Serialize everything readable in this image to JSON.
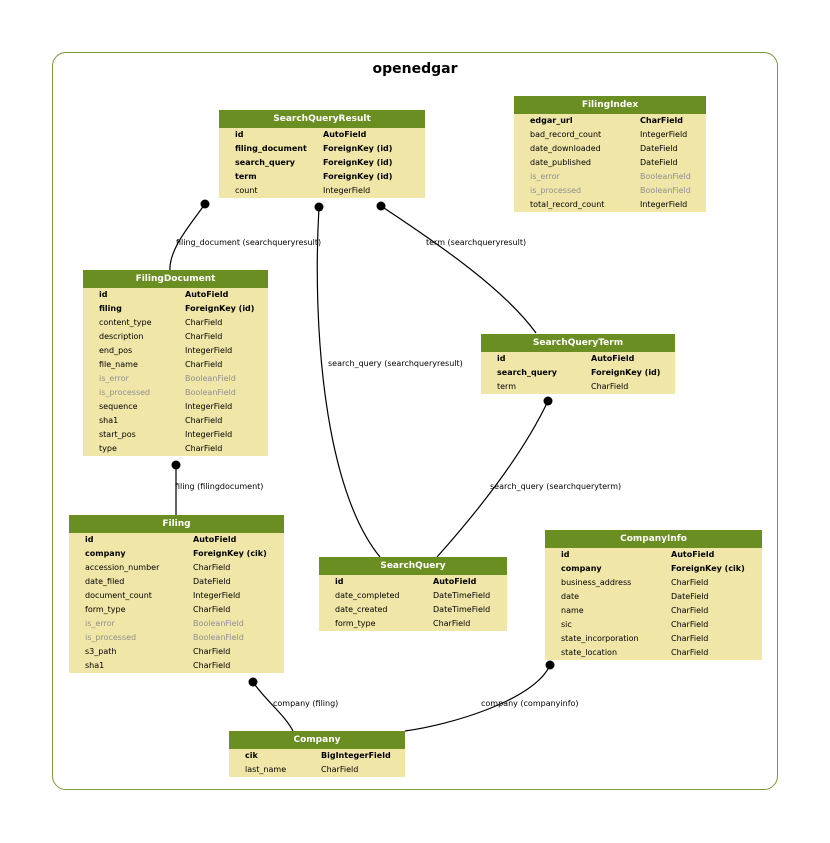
{
  "diagram": {
    "title": "openedgar",
    "models": [
      {
        "id": "searchqueryresult",
        "name": "SearchQueryResult",
        "fields": [
          {
            "name": "id",
            "type": "AutoField",
            "style": "key"
          },
          {
            "name": "filing_document",
            "type": "ForeignKey (id)",
            "style": "key"
          },
          {
            "name": "search_query",
            "type": "ForeignKey (id)",
            "style": "key"
          },
          {
            "name": "term",
            "type": "ForeignKey (id)",
            "style": "key"
          },
          {
            "name": "count",
            "type": "IntegerField",
            "style": "normal"
          }
        ]
      },
      {
        "id": "filingindex",
        "name": "FilingIndex",
        "fields": [
          {
            "name": "edgar_url",
            "type": "CharField",
            "style": "key"
          },
          {
            "name": "bad_record_count",
            "type": "IntegerField",
            "style": "normal"
          },
          {
            "name": "date_downloaded",
            "type": "DateField",
            "style": "normal"
          },
          {
            "name": "date_published",
            "type": "DateField",
            "style": "normal"
          },
          {
            "name": "is_error",
            "type": "BooleanField",
            "style": "muted"
          },
          {
            "name": "is_processed",
            "type": "BooleanField",
            "style": "muted"
          },
          {
            "name": "total_record_count",
            "type": "IntegerField",
            "style": "normal"
          }
        ]
      },
      {
        "id": "filingdocument",
        "name": "FilingDocument",
        "fields": [
          {
            "name": "id",
            "type": "AutoField",
            "style": "key"
          },
          {
            "name": "filing",
            "type": "ForeignKey (id)",
            "style": "key"
          },
          {
            "name": "content_type",
            "type": "CharField",
            "style": "normal"
          },
          {
            "name": "description",
            "type": "CharField",
            "style": "normal"
          },
          {
            "name": "end_pos",
            "type": "IntegerField",
            "style": "normal"
          },
          {
            "name": "file_name",
            "type": "CharField",
            "style": "normal"
          },
          {
            "name": "is_error",
            "type": "BooleanField",
            "style": "muted"
          },
          {
            "name": "is_processed",
            "type": "BooleanField",
            "style": "muted"
          },
          {
            "name": "sequence",
            "type": "IntegerField",
            "style": "normal"
          },
          {
            "name": "sha1",
            "type": "CharField",
            "style": "normal"
          },
          {
            "name": "start_pos",
            "type": "IntegerField",
            "style": "normal"
          },
          {
            "name": "type",
            "type": "CharField",
            "style": "normal"
          }
        ]
      },
      {
        "id": "searchqueryterm",
        "name": "SearchQueryTerm",
        "fields": [
          {
            "name": "id",
            "type": "AutoField",
            "style": "key"
          },
          {
            "name": "search_query",
            "type": "ForeignKey (id)",
            "style": "key"
          },
          {
            "name": "term",
            "type": "CharField",
            "style": "normal"
          }
        ]
      },
      {
        "id": "filing",
        "name": "Filing",
        "fields": [
          {
            "name": "id",
            "type": "AutoField",
            "style": "key"
          },
          {
            "name": "company",
            "type": "ForeignKey (cik)",
            "style": "key"
          },
          {
            "name": "accession_number",
            "type": "CharField",
            "style": "normal"
          },
          {
            "name": "date_filed",
            "type": "DateField",
            "style": "normal"
          },
          {
            "name": "document_count",
            "type": "IntegerField",
            "style": "normal"
          },
          {
            "name": "form_type",
            "type": "CharField",
            "style": "normal"
          },
          {
            "name": "is_error",
            "type": "BooleanField",
            "style": "muted"
          },
          {
            "name": "is_processed",
            "type": "BooleanField",
            "style": "muted"
          },
          {
            "name": "s3_path",
            "type": "CharField",
            "style": "normal"
          },
          {
            "name": "sha1",
            "type": "CharField",
            "style": "normal"
          }
        ]
      },
      {
        "id": "searchquery",
        "name": "SearchQuery",
        "fields": [
          {
            "name": "id",
            "type": "AutoField",
            "style": "key"
          },
          {
            "name": "date_completed",
            "type": "DateTimeField",
            "style": "normal"
          },
          {
            "name": "date_created",
            "type": "DateTimeField",
            "style": "normal"
          },
          {
            "name": "form_type",
            "type": "CharField",
            "style": "normal"
          }
        ]
      },
      {
        "id": "companyinfo",
        "name": "CompanyInfo",
        "fields": [
          {
            "name": "id",
            "type": "AutoField",
            "style": "key"
          },
          {
            "name": "company",
            "type": "ForeignKey (cik)",
            "style": "key"
          },
          {
            "name": "business_address",
            "type": "CharField",
            "style": "normal"
          },
          {
            "name": "date",
            "type": "DateField",
            "style": "normal"
          },
          {
            "name": "name",
            "type": "CharField",
            "style": "normal"
          },
          {
            "name": "sic",
            "type": "CharField",
            "style": "normal"
          },
          {
            "name": "state_incorporation",
            "type": "CharField",
            "style": "normal"
          },
          {
            "name": "state_location",
            "type": "CharField",
            "style": "normal"
          }
        ]
      },
      {
        "id": "company",
        "name": "Company",
        "fields": [
          {
            "name": "cik",
            "type": "BigIntegerField",
            "style": "key"
          },
          {
            "name": "last_name",
            "type": "CharField",
            "style": "normal"
          }
        ]
      }
    ],
    "relations": [
      {
        "from": "searchqueryresult",
        "to": "filingdocument",
        "label": "filing_document (searchqueryresult)"
      },
      {
        "from": "searchqueryresult",
        "to": "searchquery",
        "label": "search_query (searchqueryresult)"
      },
      {
        "from": "searchqueryresult",
        "to": "searchqueryterm",
        "label": "term (searchqueryresult)"
      },
      {
        "from": "searchqueryterm",
        "to": "searchquery",
        "label": "search_query (searchqueryterm)"
      },
      {
        "from": "filingdocument",
        "to": "filing",
        "label": "filing (filingdocument)"
      },
      {
        "from": "filing",
        "to": "company",
        "label": "company (filing)"
      },
      {
        "from": "companyinfo",
        "to": "company",
        "label": "company (companyinfo)"
      }
    ]
  },
  "colors": {
    "header": "#6b8e23",
    "body": "#f0e6a8",
    "border": "#7a9a38",
    "muted_text": "#909090"
  }
}
